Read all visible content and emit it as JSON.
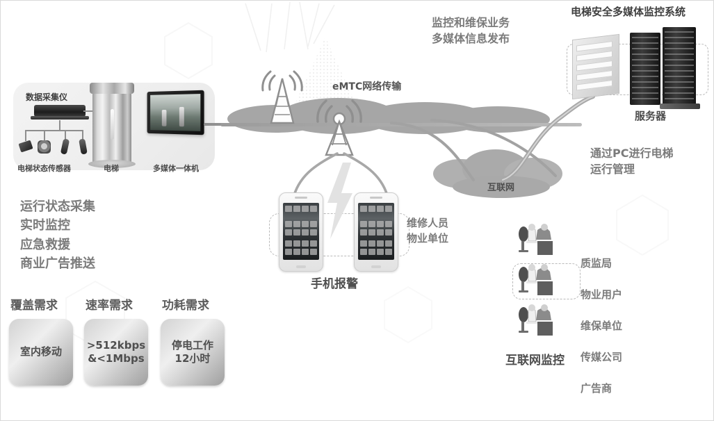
{
  "diagram": {
    "title": "电梯安全多媒体监控系统",
    "left_panel": {
      "collector_label": "数据采集仪",
      "sensor_label": "电梯状态传感器",
      "elevator_label": "电梯",
      "multimedia_label": "多媒体一体机"
    },
    "left_functions": "运行状态采集\n实时监控\n应急救援\n商业广告推送",
    "network": {
      "emtc_label": "eMTC网络传输",
      "internet_label": "互联网"
    },
    "top_center_note": "监控和维保业务\n多媒体信息发布",
    "server_label": "服务器",
    "pc_note": "通过PC进行电梯\n运行管理",
    "phones": {
      "alarm_label": "手机报警",
      "receivers": "维修人员\n物业单位"
    },
    "monitor_group": {
      "label": "互联网监控",
      "entities": [
        "质监局",
        "物业用户",
        "维保单位",
        "传媒公司",
        "广告商"
      ]
    },
    "requirements": [
      {
        "title": "覆盖需求",
        "value": "室内移动"
      },
      {
        "title": "速率需求",
        "value": ">512kbps\n&<1Mbps"
      },
      {
        "title": "功耗需求",
        "value": "停电工作\n12小时"
      }
    ],
    "colors": {
      "text": "#7b7b7b",
      "cloud": "#a6a6a6",
      "panel": "#eeeeee",
      "rack": "#1c1c1c"
    }
  }
}
